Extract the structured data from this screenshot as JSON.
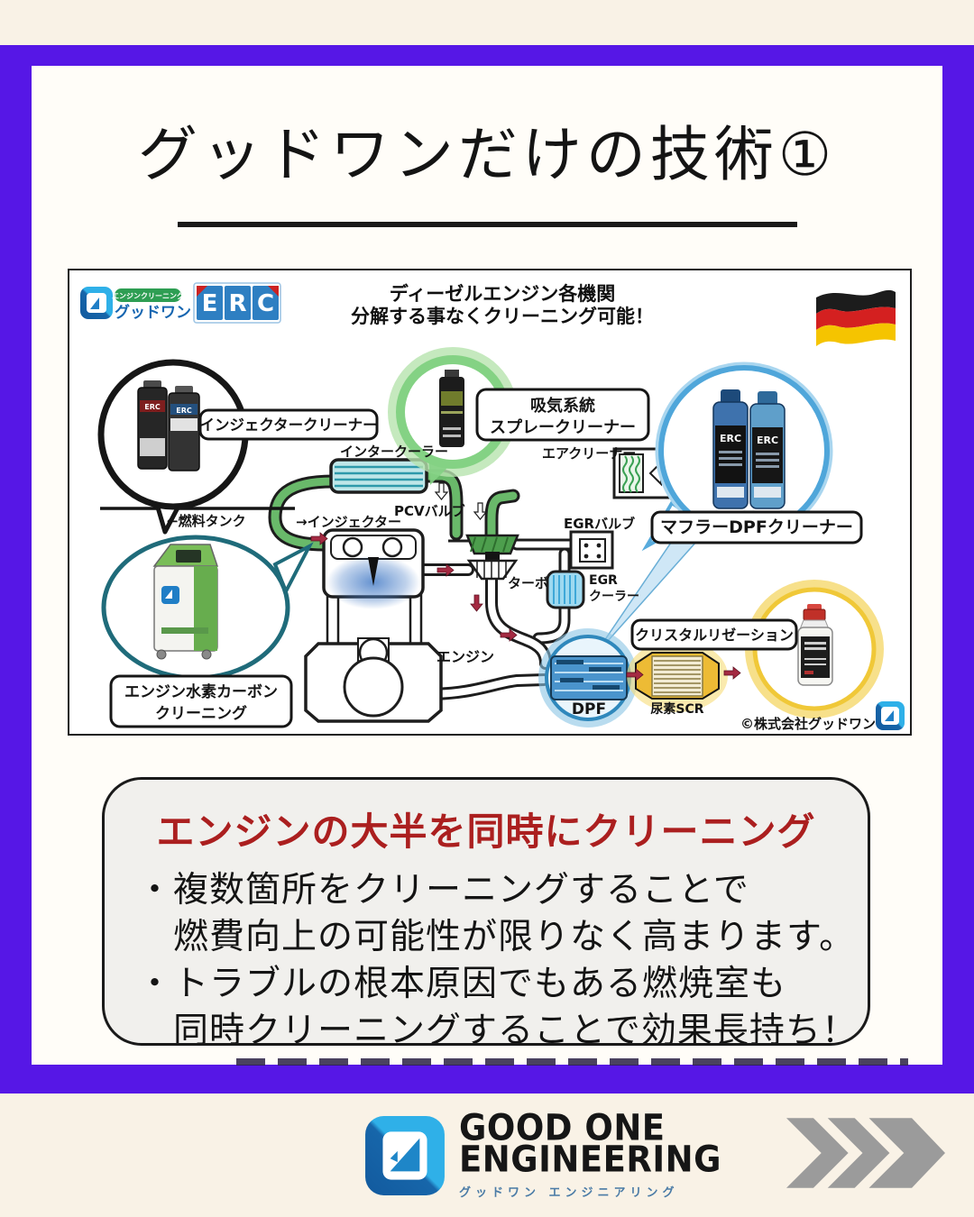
{
  "page": {
    "title": "グッドワンだけの技術①"
  },
  "diagram": {
    "brand": {
      "tagline": "エンジンクリーニング",
      "name": "グッドワン",
      "erc": "ERC",
      "erc_letters": [
        "E",
        "R",
        "C"
      ]
    },
    "heading1": "ディーゼルエンジン各機関",
    "heading2": "分解する事なくクリーニング可能！",
    "callouts": {
      "injector": "インジェクタークリーナー",
      "intake1": "吸気系統",
      "intake2": "スプレークリーナー",
      "muffler": "マフラーDPFクリーナー",
      "crystal": "クリスタルリゼーション",
      "hydrogen1": "エンジン水素カーボン",
      "hydrogen2": "クリーニング"
    },
    "labels": {
      "fuel_tank": "←燃料タンク",
      "injector": "→インジェクター",
      "intercooler": "インタークーラー",
      "air_cleaner": "エアクリーナー",
      "pcv_valve": "PCVバルブ",
      "egr_valve": "EGRバルブ",
      "egr_cooler1": "EGR",
      "egr_cooler2": "クーラー",
      "turbo": "ターボ",
      "engine": "エンジン",
      "dpf": "DPF",
      "urea_scr": "尿素SCR"
    },
    "copyright": "©株式会社グッドワン"
  },
  "infobox": {
    "title": "エンジンの大半を同時にクリーニング",
    "lines": [
      "・複数箇所をクリーニングすることで",
      "　燃費向上の可能性が限りなく高まります。",
      "・トラブルの根本原因でもある燃焼室も",
      "　同時クリーニングすることで効果長持ち！"
    ]
  },
  "footer": {
    "brand1": "GOOD ONE",
    "brand2": "ENGINEERING",
    "sub": "グッドワン エンジニアリング"
  },
  "colors": {
    "frame_purple": "#5617e6",
    "accent_red": "#ab1f1f",
    "erc_blue": "#2e7fc2",
    "goodone_blue": "#1f7ec6",
    "chevron_gray": "#9b9b9b"
  }
}
